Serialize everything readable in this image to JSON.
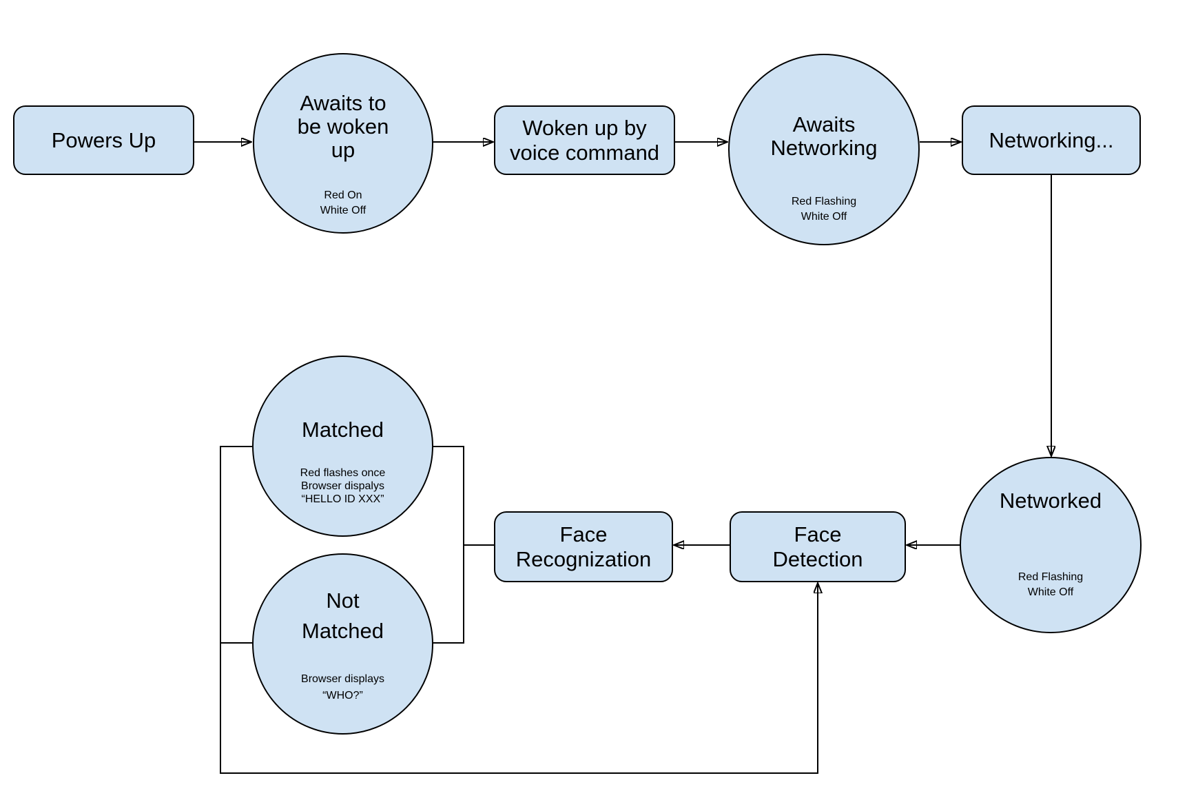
{
  "colors": {
    "node_fill": "#cfe2f3",
    "node_border": "#000000",
    "text": "#000000",
    "background": "#ffffff"
  },
  "nodes": {
    "powers_up": {
      "label": "Powers Up"
    },
    "awaits_woken": {
      "label": "Awaits to\nbe woken\nup",
      "sub": "Red On\nWhite Off"
    },
    "woken_by_voice": {
      "label": "Woken up by\nvoice command"
    },
    "awaits_networking": {
      "label": "Awaits\nNetworking",
      "sub": "Red Flashing\nWhite Off"
    },
    "networking": {
      "label": "Networking..."
    },
    "networked": {
      "label": "Networked",
      "sub": "Red Flashing\nWhite Off"
    },
    "face_detection": {
      "label": "Face\nDetection"
    },
    "face_recognization": {
      "label": "Face\nRecognization"
    },
    "matched": {
      "label": "Matched",
      "sub": "Red flashes once\nBrowser dispalys\n“HELLO ID XXX”"
    },
    "not_matched": {
      "label": "Not\nMatched",
      "sub": "Browser displays\n“WHO?”"
    }
  },
  "edges": [
    {
      "from": "powers-up",
      "to": "awaits-to-be-woken-up"
    },
    {
      "from": "awaits-to-be-woken-up",
      "to": "woken-up-by-voice-command"
    },
    {
      "from": "woken-up-by-voice-command",
      "to": "awaits-networking"
    },
    {
      "from": "awaits-networking",
      "to": "networking"
    },
    {
      "from": "networking",
      "to": "networked"
    },
    {
      "from": "networked",
      "to": "face-detection"
    },
    {
      "from": "face-detection",
      "to": "face-recognization"
    },
    {
      "from": "face-recognization",
      "to": "matched"
    },
    {
      "from": "face-recognization",
      "to": "not-matched"
    },
    {
      "from": "not-matched",
      "to": "face-detection"
    }
  ]
}
